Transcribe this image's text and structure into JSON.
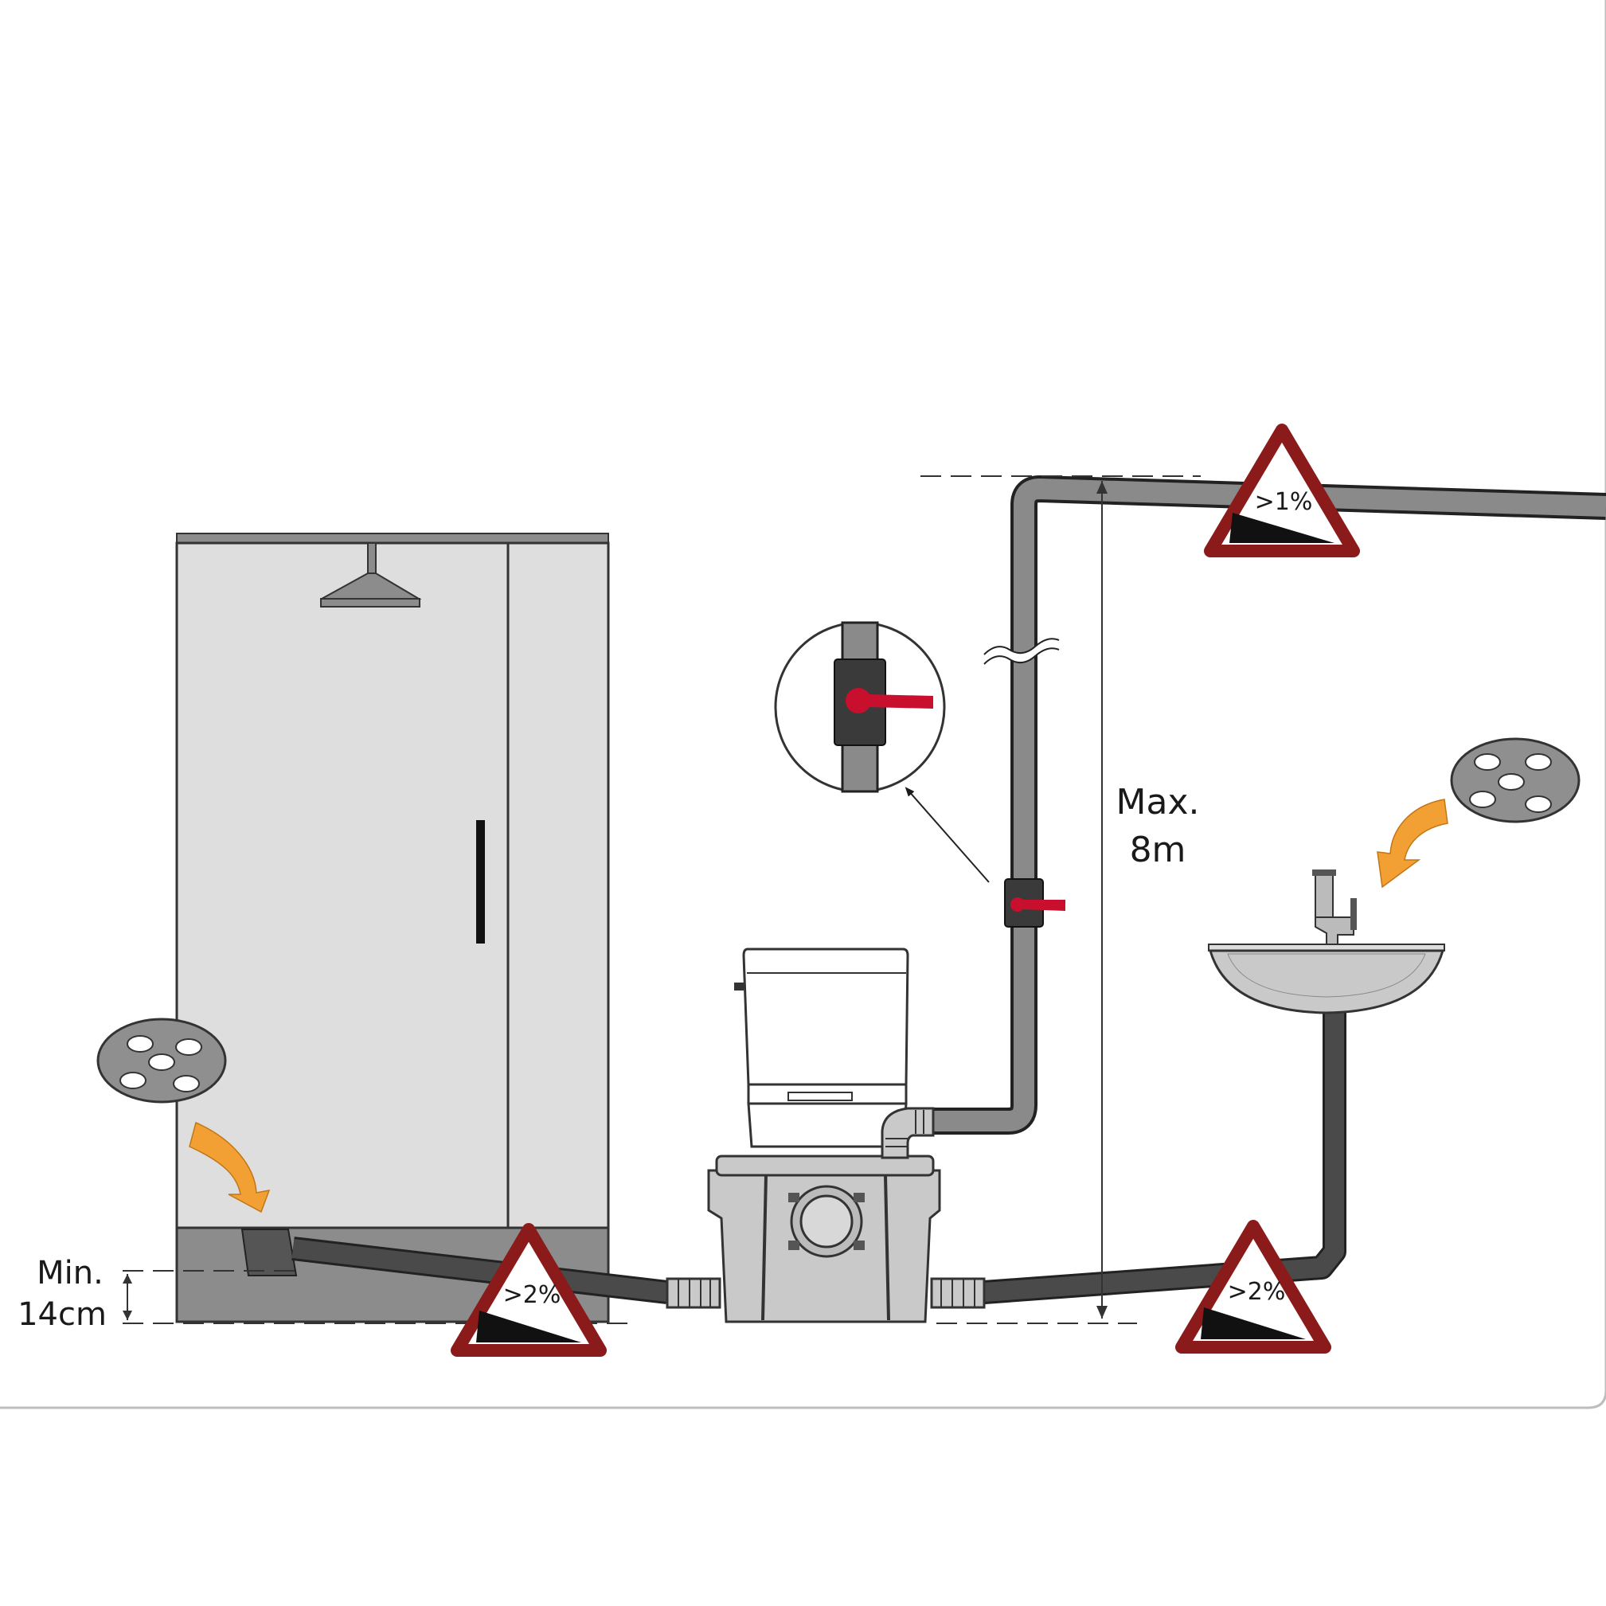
{
  "labels": {
    "min_height_line1": "Min.",
    "min_height_line2": "14cm",
    "max_height_line1": "Max.",
    "max_height_line2": "8m"
  },
  "slope_signs": {
    "top_discharge": ">1%",
    "shower_inlet": ">2%",
    "basin_inlet": ">2%"
  },
  "colors": {
    "pipe_outer": "#3a3a3a",
    "pipe_dark_fill": "#4a4a4a",
    "pipe_grey_fill": "#8a8a8a",
    "shower_panel": "#dedede",
    "shower_base": "#8c8c8c",
    "sign_red": "#8b1a1a",
    "valve_red": "#c8102e",
    "arrow_orange": "#f2a033",
    "filter_grey": "#8f8f8f"
  },
  "icons": [
    "filter-disc-icon",
    "curved-arrow-icon",
    "ball-valve-icon",
    "slope-warning-icon"
  ]
}
